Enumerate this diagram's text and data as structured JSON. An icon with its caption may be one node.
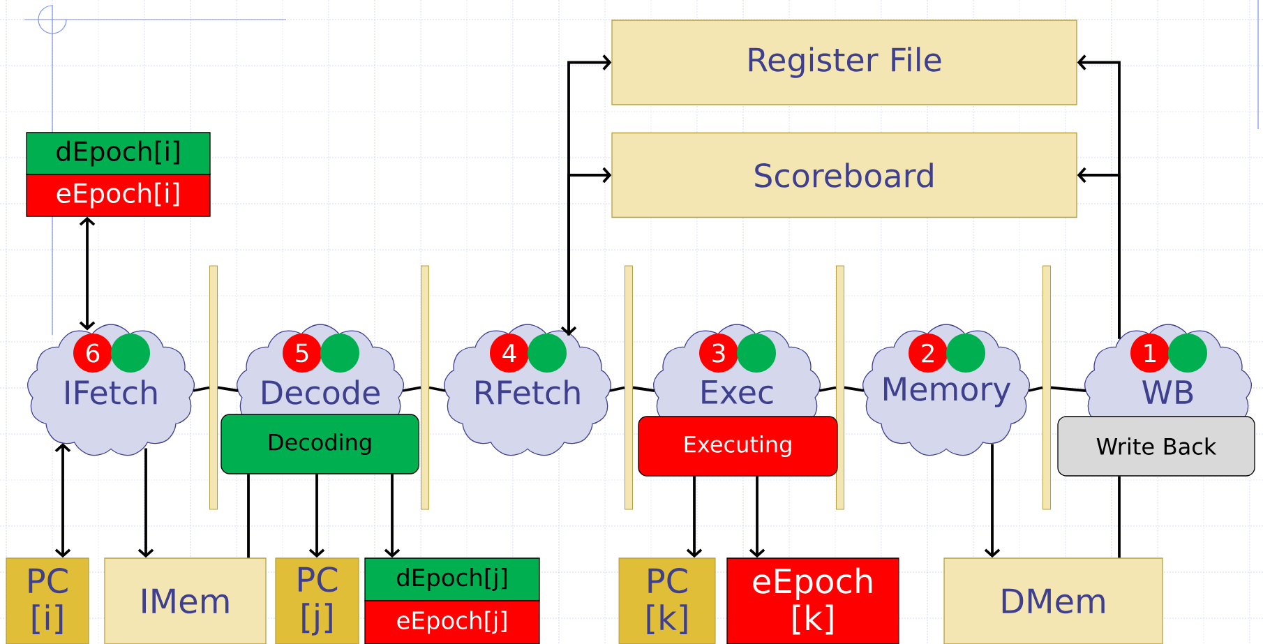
{
  "diagram": {
    "nodes": [
      {
        "text": [
          "Register File"
        ]
      },
      {
        "text": [
          "Scoreboard"
        ]
      },
      {
        "text": [
          "dEpoch[i]"
        ]
      },
      {
        "text": [
          "eEpoch[i]"
        ]
      },
      {
        "text": [],
        "shape": "bar"
      },
      {
        "text": [],
        "shape": "bar"
      },
      {
        "text": [],
        "shape": "bar"
      },
      {
        "text": [],
        "shape": "bar"
      },
      {
        "text": [],
        "shape": "bar"
      },
      {
        "text": [
          "IFetch"
        ]
      },
      {
        "text": [
          "6"
        ],
        "in": 9
      },
      {
        "text": [],
        "shape": "circle",
        "in": 9
      },
      {
        "text": [
          "Decode"
        ]
      },
      {
        "text": [
          "5"
        ],
        "in": 12
      },
      {
        "text": [],
        "shape": "circle",
        "in": 12
      },
      {
        "text": [
          "RFetch"
        ]
      },
      {
        "text": [
          "4"
        ],
        "in": 15
      },
      {
        "text": [],
        "shape": "circle",
        "in": 15
      },
      {
        "text": [
          "Exec"
        ]
      },
      {
        "text": [
          "3"
        ],
        "in": 18
      },
      {
        "text": [],
        "shape": "circle",
        "in": 18
      },
      {
        "text": [
          "Memory"
        ]
      },
      {
        "text": [
          "2"
        ],
        "in": 21
      },
      {
        "text": [],
        "shape": "circle",
        "in": 21
      },
      {
        "text": [
          "WB"
        ]
      },
      {
        "text": [
          "1"
        ],
        "in": 24
      },
      {
        "text": [],
        "shape": "circle",
        "in": 24
      },
      {
        "text": [
          "Decoding"
        ]
      },
      {
        "text": [
          "Executing"
        ]
      },
      {
        "text": [
          "Write Back"
        ]
      },
      {
        "text": [
          "PC [i]"
        ]
      },
      {
        "text": [
          "IMem"
        ]
      },
      {
        "text": [
          "PC [j]"
        ]
      },
      {
        "text": [
          "dEpoch[j]"
        ]
      },
      {
        "text": [
          "eEpoch[j]"
        ]
      },
      {
        "text": [
          "PC [k]"
        ]
      },
      {
        "text": [
          "eEpoch [k]"
        ]
      },
      {
        "text": [
          "DMem"
        ]
      }
    ],
    "edges": [
      {
        "from": 3,
        "to": 9,
        "arrow": "both"
      },
      {
        "from": 15,
        "to": 0,
        "arrow": "both"
      },
      {
        "from": 15,
        "to": 1,
        "arrow": "to"
      },
      {
        "from": 24,
        "to": 0,
        "arrow": "to"
      },
      {
        "from": 24,
        "to": 1,
        "arrow": "to"
      },
      {
        "from": 9,
        "to": 4,
        "arrow": "none"
      },
      {
        "from": 4,
        "to": 12,
        "arrow": "none"
      },
      {
        "from": 12,
        "to": 5,
        "arrow": "none"
      },
      {
        "from": 5,
        "to": 15,
        "arrow": "none"
      },
      {
        "from": 15,
        "to": 6,
        "arrow": "none"
      },
      {
        "from": 6,
        "to": 18,
        "arrow": "none"
      },
      {
        "from": 18,
        "to": 7,
        "arrow": "none"
      },
      {
        "from": 7,
        "to": 21,
        "arrow": "none"
      },
      {
        "from": 21,
        "to": 8,
        "arrow": "none"
      },
      {
        "from": 8,
        "to": 24,
        "arrow": "none"
      },
      {
        "from": 9,
        "to": 30,
        "arrow": "both"
      },
      {
        "from": 9,
        "to": 31,
        "arrow": "to"
      },
      {
        "from": 27,
        "to": 31,
        "arrow": "none"
      },
      {
        "from": 27,
        "to": 32,
        "arrow": "to"
      },
      {
        "from": 27,
        "to": 33,
        "arrow": "to"
      },
      {
        "from": 28,
        "to": 35,
        "arrow": "to"
      },
      {
        "from": 28,
        "to": 36,
        "arrow": "to"
      },
      {
        "from": 21,
        "to": 37,
        "arrow": "to"
      },
      {
        "from": 29,
        "to": 37,
        "arrow": "none"
      }
    ]
  }
}
